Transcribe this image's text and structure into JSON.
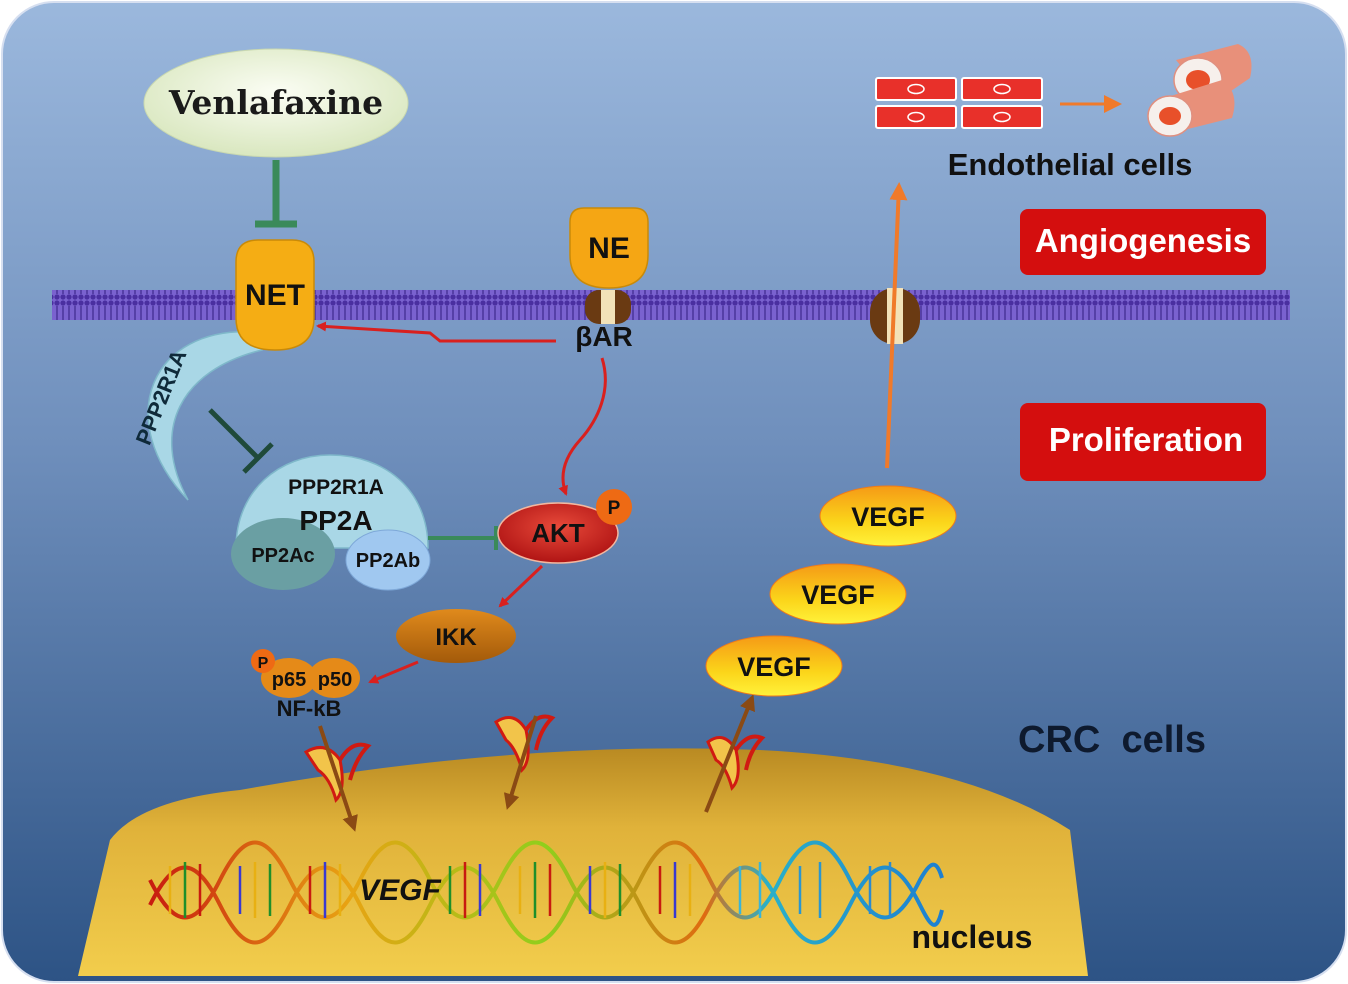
{
  "labels": {
    "drug": "Venlafaxine",
    "net": "NET",
    "ne": "NE",
    "bar": "βAR",
    "ppp2r1a_arc": "PPP2R1A",
    "ppp2r1a_sub": "PPP2R1A",
    "pp2a": "PP2A",
    "pp2ac": "PP2Ac",
    "pp2ab": "PP2Ab",
    "akt": "AKT",
    "phospho": "P",
    "ikk": "IKK",
    "p65": "p65",
    "p50": "p50",
    "nfkb": "NF-kB",
    "vegf_1": "VEGF",
    "vegf_2": "VEGF",
    "vegf_3": "VEGF",
    "vegf_gene": "VEGF",
    "nucleus": "nucleus",
    "crc": "CRC  cells",
    "endothelial": "Endothelial cells",
    "angiogenesis": "Angiogenesis",
    "proliferation": "Proliferation"
  },
  "colors": {
    "background_top": "#97b4da",
    "background_bottom": "#2f5788",
    "membrane": "#6a4fc0",
    "activation_arrow": "#d9201e",
    "inhibition": "#3a8a5a",
    "outcome_box": "#d40e0e",
    "vegf_secretion": "#f07a2a",
    "nucleus": "#e3b430",
    "transporter": "#f5ad14"
  }
}
